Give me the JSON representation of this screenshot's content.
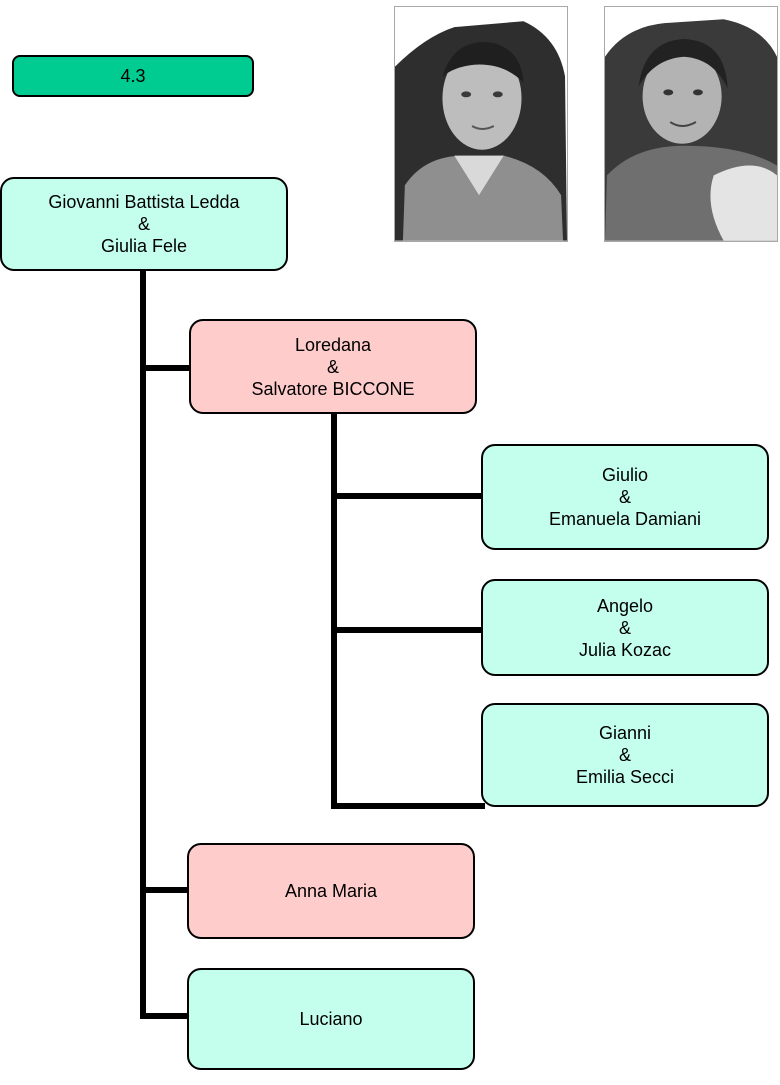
{
  "badge": {
    "label": "4.3"
  },
  "root": {
    "name1": "Giovanni Battista Ledda",
    "amp": "&",
    "name2": "Giulia Fele"
  },
  "children": [
    {
      "name1": "Loredana",
      "amp": "&",
      "name2": "Salvatore BICCONE"
    },
    {
      "name": "Anna Maria"
    },
    {
      "name": "Luciano"
    }
  ],
  "grandchildren": [
    {
      "name1": "Giulio",
      "amp": "&",
      "name2": "Emanuela Damiani"
    },
    {
      "name1": "Angelo",
      "amp": "&",
      "name2": "Julia Kozac"
    },
    {
      "name1": "Gianni",
      "amp": "&",
      "name2": "Emilia Secci"
    }
  ],
  "photos": [
    {
      "icon": "portrait-man-photo"
    },
    {
      "icon": "portrait-woman-photo"
    }
  ],
  "colors": {
    "badge": "#00cc91",
    "mint_box": "#c3ffec",
    "pink_box": "#ffcccc",
    "connector": "#000000"
  }
}
